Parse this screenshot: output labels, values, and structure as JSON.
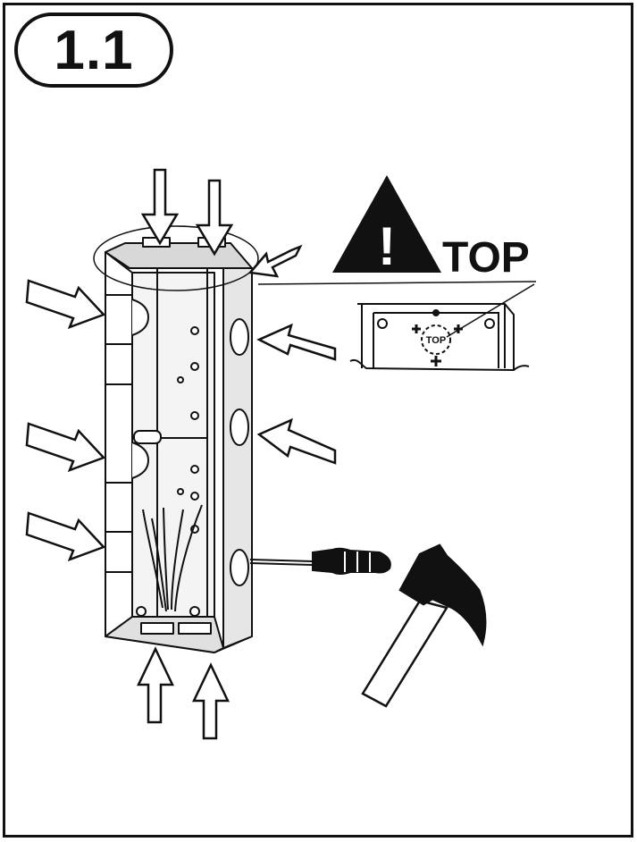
{
  "step": {
    "number": "1.1"
  },
  "warning": {
    "icon": "warning-triangle-icon",
    "mark": "!",
    "label": "TOP",
    "detail_label": "TOP"
  },
  "tools": [
    "screwdriver-icon",
    "hammer-icon"
  ],
  "colors": {
    "ink": "#111111",
    "paper": "#ffffff",
    "shade": "#c8c8c8"
  }
}
